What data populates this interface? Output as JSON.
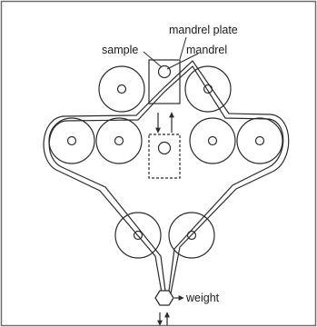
{
  "labels": {
    "mandrel_plate": "mandrel plate",
    "sample": "sample",
    "mandrel": "mandrel",
    "weight": "weight"
  },
  "icons": {
    "roller": "roller-icon",
    "pulley": "pulley-icon",
    "arrow": "arrow-icon"
  },
  "colors": {
    "line": "#2b2b2b",
    "roller_fill": "#ffffff",
    "background": "#ffffff"
  }
}
